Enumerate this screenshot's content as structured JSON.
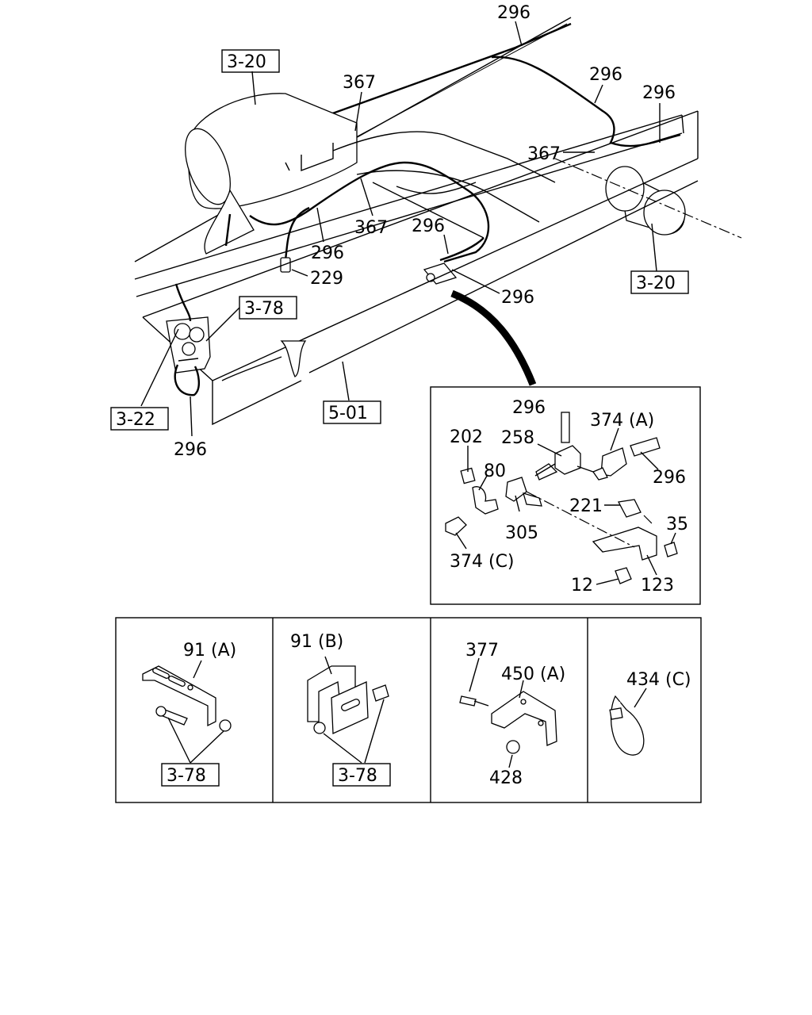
{
  "main_view": {
    "labels": {
      "l296_top": "296",
      "l296_r1": "296",
      "l296_r2": "296",
      "l367_top": "367",
      "l367_r": "367",
      "l367_mid": "367",
      "l296_296a": "296",
      "l296_mid": "296",
      "l229": "229",
      "l296_conn": "296",
      "l296_bl": "296"
    },
    "refs": {
      "r3_20_left": "3-20",
      "r3_20_right": "3-20",
      "r3_78": "3-78",
      "r3_22": "3-22",
      "r5_01": "5-01"
    }
  },
  "detail_view": {
    "labels": {
      "d296_a": "296",
      "d374a": "374 (A)",
      "d202": "202",
      "d258": "258",
      "d80": "80",
      "d296_b": "296",
      "d221": "221",
      "d35": "35",
      "d305": "305",
      "d374c": "374 (C)",
      "d12": "12",
      "d123": "123"
    }
  },
  "bottom_panels": [
    {
      "label": "91 (A)",
      "ref": "3-78"
    },
    {
      "label": "91 (B)",
      "ref": "3-78"
    },
    {
      "label_a": "377",
      "label_b": "450 (A)",
      "label_c": "428"
    },
    {
      "label": "434 (C)"
    }
  ]
}
